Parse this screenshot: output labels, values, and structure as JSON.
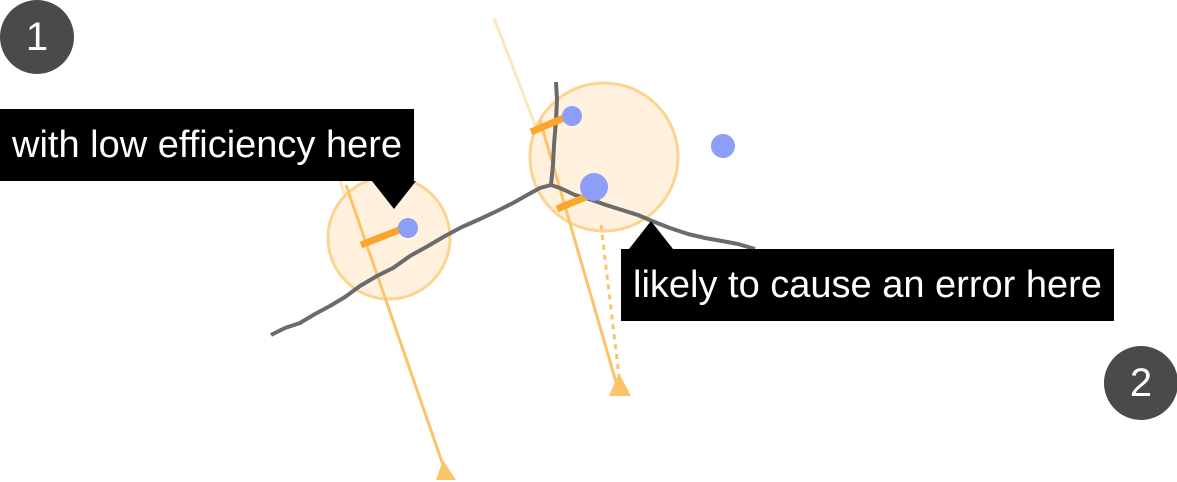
{
  "badges": {
    "first": "1",
    "second": "2"
  },
  "callouts": {
    "top_left": "with low efficiency here",
    "bottom_right": "likely to cause an error here"
  },
  "colors": {
    "badge": "#4a4a4a",
    "callout_bg": "#000000",
    "callout_text": "#ffffff",
    "zone_fill": "#fff1dd",
    "zone_stroke": "#fcd491",
    "ray": "#fcc46a",
    "ray_faint": "#fde6bf",
    "segment": "#f9a72c",
    "point": "#8c9ef7",
    "track": "#6b6b6b"
  }
}
